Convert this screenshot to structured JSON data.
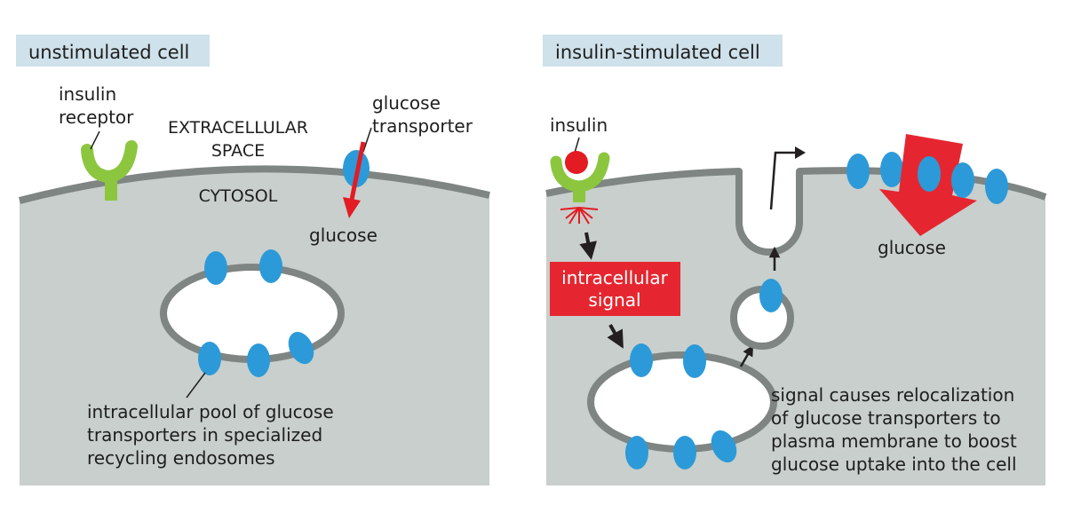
{
  "panels": [
    {
      "title": "unstimulated cell",
      "labels": {
        "insulin_receptor": [
          "insulin",
          "receptor"
        ],
        "extracellular": [
          "EXTRACELLULAR",
          "SPACE"
        ],
        "cytosol": "CYTOSOL",
        "glucose_transporter": [
          "glucose",
          "transporter"
        ],
        "glucose": "glucose",
        "pool": [
          "intracellular pool of glucose",
          "transporters in specialized",
          "recycling endosomes"
        ]
      }
    },
    {
      "title": "insulin-stimulated cell",
      "labels": {
        "insulin": "insulin",
        "signal": [
          "intracellular",
          "signal"
        ],
        "glucose": "glucose",
        "relocalization": [
          "signal causes relocalization",
          "of glucose transporters to",
          "plasma membrane to boost",
          "glucose uptake into the cell"
        ]
      }
    }
  ],
  "colors": {
    "cytosol": "#c8cfcc",
    "membrane": "#7f8583",
    "transporter": "#2c9ad8",
    "receptor": "#8cc63f",
    "insulin": "#e31b23",
    "signal_box": "#e52630",
    "title_box": "#cfe1ea",
    "arrow": "#231f20"
  }
}
